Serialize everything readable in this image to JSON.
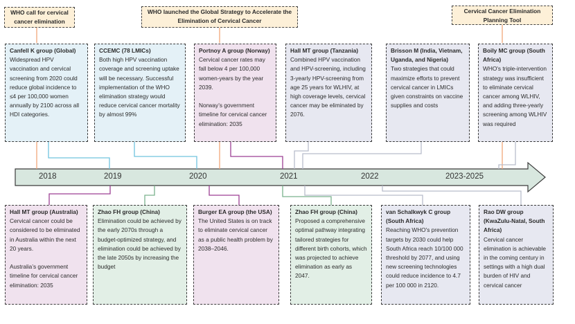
{
  "event_boxes": [
    {
      "text": "WHO call for cervical cancer elimination"
    },
    {
      "text": "WHO launched the Global Strategy to Accelerate the Elimination of Cervical Cancer"
    },
    {
      "text": "Cervical Cancer Elimination Planning Tool"
    }
  ],
  "years": [
    "2018",
    "2019",
    "2020",
    "2021",
    "2022",
    "2023-2025"
  ],
  "top_boxes": [
    {
      "title": "Canfell K group (Global)",
      "body": "Widespread HPV vaccination and cervical screening from 2020 could reduce global incidence to ≤4 per 100,000 women annually by 2100 across all HDI categories."
    },
    {
      "title": "CCEMC (78  LMICs)",
      "body": "Both high HPV vaccination coverage and screening uptake will be necessary. Successful implementation of the WHO elimination strategy would reduce cervical cancer mortality by almost 99%"
    },
    {
      "title": "Portnoy A group (Norway)",
      "body": "Cervical cancer rates may fall below 4 per 100,000 women-years by the year 2039.\n\nNorway’s government timeline for cervical cancer elimination: 2035"
    },
    {
      "title": "Hall MT group (Tanzania)",
      "body": "Combined HPV vaccination and HPV-screening, including 3-yearly HPV-screening from age 25 years for WLHIV, at high coverage levels, cervical cancer may be eliminated by 2076."
    },
    {
      "title": "Brisson M (India, Vietnam, Uganda, and Nigeria)",
      "body": "Two strategies that could maximize efforts to prevent cervical cancer in LMICs given constraints on vaccine supplies and costs"
    },
    {
      "title": "Boily MC group (South Africa)",
      "body": "WHO's triple-intervention strategy was insufficient to eliminate cervical cancer among WLHIV, and adding three-yearly screening among WLHIV was required"
    }
  ],
  "bottom_boxes": [
    {
      "title": "Hall MT group (Australia)",
      "body": "Cervical cancer could be considered to be eliminated in Australia within the next 20 years.\n\nAustralia’s government timeline for cervical cancer elimination: 2035"
    },
    {
      "title": "Zhao FH group (China)",
      "body": "Elimination could be achieved by the early 2070s through a budget-optimized strategy, and elimination could be achieved by the late 2050s by increasing the budget"
    },
    {
      "title": "Burger EA group (the USA)",
      "body": "The United States is on track to eliminate cervical cancer as a public health problem by 2038–2046."
    },
    {
      "title": "Zhao FH group (China)",
      "body": "Proposed a comprehensive optimal pathway integrating tailored strategies for different birth cohorts, which was projected to achieve elimination as early as 2047."
    },
    {
      "title": "van Schalkwyk C group (South Africa)",
      "body": "Reaching WHO's prevention targets by 2030 could help South Africa reach 10/100 000 threshold by 2077, and using new screening technologies could reduce incidence to 4.7 per 100 000 in 2120."
    },
    {
      "title": "Rao DW group (KwaZulu-Natal, South Africa)",
      "body": "Cervical cancer elimination is achievable in the coming century in settings with a high dual burden of HIV and cervical cancer"
    }
  ],
  "colors": {
    "arrow_fill": "#d8e7df",
    "connector_orange": "#f0a878",
    "connector_blue": "#6fc4de",
    "connector_purple": "#9c3f93",
    "connector_green": "#7ab28d",
    "connector_gray": "#b8bccb"
  }
}
